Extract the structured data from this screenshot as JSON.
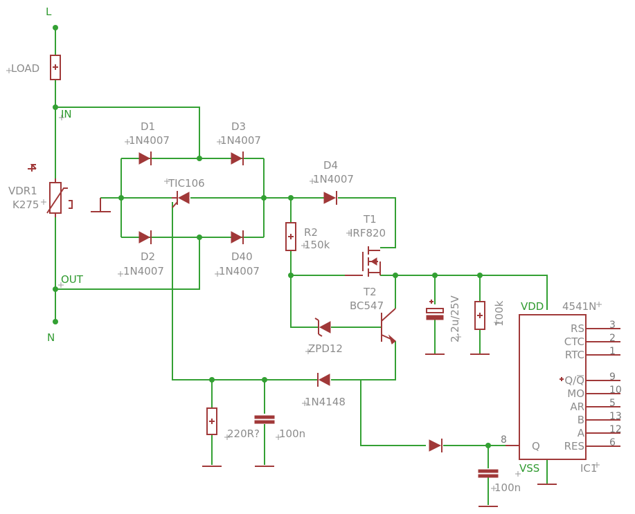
{
  "colors": {
    "wire": "#33a033",
    "component": "#a03838",
    "text": "#8c8c8c",
    "net_label": "#2f9a2f",
    "background": "#ffffff"
  },
  "labels": {
    "top_symbol": "L",
    "bottom_symbol": "N",
    "load": "LOAD",
    "net_in": "IN",
    "net_out": "OUT",
    "vdr_name": "VDR1",
    "vdr_value": "K275",
    "vdr_u": "U",
    "d1_name": "D1",
    "d1_value": "1N4007",
    "d3_name": "D3",
    "d3_value": "1N4007",
    "d2_name": "D2",
    "d2_value": "1N4007",
    "d40_name": "D40",
    "d40_value": "1N4007",
    "d4_name": "D4",
    "d4_value": "1N4007",
    "thyristor": "TIC106",
    "r2_name": "R2",
    "r2_value": "150k",
    "t1_name": "T1",
    "t1_value": "IRF820",
    "t2_name": "T2",
    "t2_value": "BC547",
    "zener": "ZPD12",
    "diode_bottom": "1N4148",
    "resistor_bottom": "220R?",
    "cap_bottom": "100n",
    "cap_elec": "2.2u/25V",
    "r_100k": "100k",
    "vdd": "VDD",
    "vss": "VSS",
    "ic_type": "4541N",
    "ic_name": "IC1",
    "cap_q": "100n"
  },
  "ic_pins_right": [
    {
      "name": "RS",
      "number": "3"
    },
    {
      "name": "CTC",
      "number": "2"
    },
    {
      "name": "RTC",
      "number": "1"
    },
    {
      "name": "Q/Q",
      "number": "9"
    },
    {
      "name": "MO",
      "number": "10"
    },
    {
      "name": "AR",
      "number": "5"
    },
    {
      "name": "B",
      "number": "13"
    },
    {
      "name": "A",
      "number": "12"
    },
    {
      "name": "RES",
      "number": "6"
    }
  ],
  "ic_pin_q": {
    "name": "Q",
    "number": "8"
  }
}
